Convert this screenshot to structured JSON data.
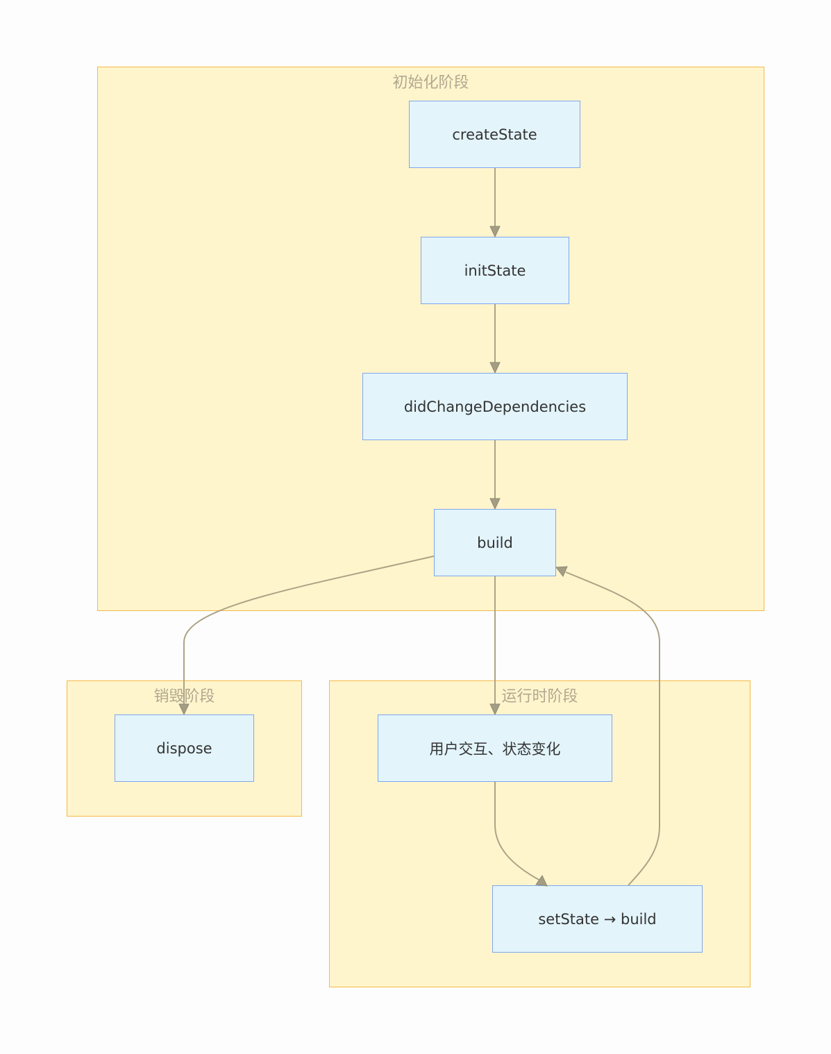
{
  "groups": {
    "init": {
      "label": "初始化阶段"
    },
    "dispose": {
      "label": "销毁阶段"
    },
    "runtime": {
      "label": "运行时阶段"
    }
  },
  "nodes": {
    "create_state": {
      "label": "createState"
    },
    "init_state": {
      "label": "initState"
    },
    "did_change": {
      "label": "didChangeDependencies"
    },
    "build": {
      "label": "build"
    },
    "dispose": {
      "label": "dispose"
    },
    "interaction": {
      "label": "用户交互、状态变化"
    },
    "set_state": {
      "label": "setState → build"
    }
  },
  "edges": [
    {
      "from": "createState",
      "to": "initState"
    },
    {
      "from": "initState",
      "to": "didChangeDependencies"
    },
    {
      "from": "didChangeDependencies",
      "to": "build"
    },
    {
      "from": "build",
      "to": "dispose"
    },
    {
      "from": "build",
      "to": "用户交互、状态变化"
    },
    {
      "from": "用户交互、状态变化",
      "to": "setState → build"
    },
    {
      "from": "setState → build",
      "to": "build"
    }
  ],
  "colors": {
    "group_fill": "#fff5cc",
    "group_border": "#f5b942",
    "node_fill": "#e3f4fb",
    "node_border": "#7ea6ee",
    "edge": "#aca385",
    "group_label": "#b0a890",
    "node_text": "#333333"
  }
}
